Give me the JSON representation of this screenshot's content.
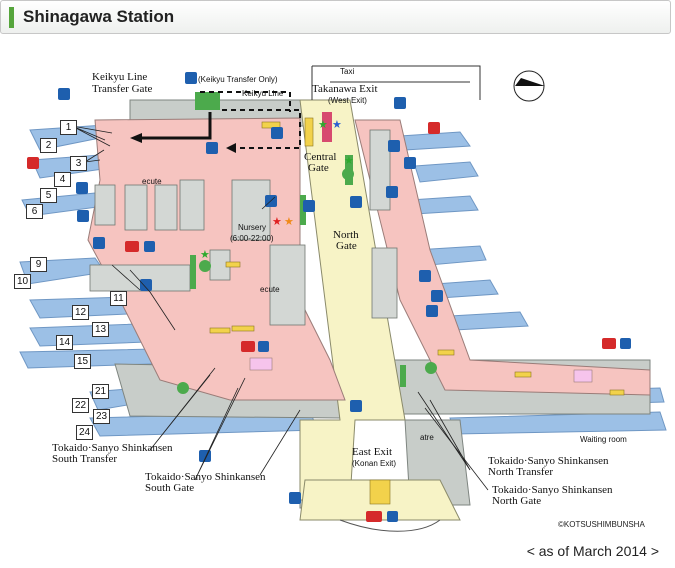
{
  "header": {
    "title": "Shinagawa Station"
  },
  "labels": {
    "taxi": "Taxi",
    "keikyu_transfer_only": "(Keikyu Transfer Only)",
    "keikyu_line": "Keikyu Line",
    "keikyu_gate_1": "Keikyu Line",
    "keikyu_gate_2": "Transfer Gate",
    "takanawa_1": "Takanawa Exit",
    "takanawa_2": "(West Exit)",
    "central_1": "Central",
    "central_2": "Gate",
    "ecute_top": "ecute",
    "ecute_bottom": "ecute",
    "nursery": "Nursery",
    "nursery_hours": "(6:00-22:00)",
    "north_1": "North",
    "north_2": "Gate",
    "atre": "atre",
    "waiting_room": "Waiting room",
    "east_1": "East Exit",
    "east_2": "(Konan Exit)",
    "south_transfer_1": "Tokaido·Sanyo Shinkansen",
    "south_transfer_2": "South Transfer",
    "south_gate_1": "Tokaido·Sanyo Shinkansen",
    "south_gate_2": "South Gate",
    "north_transfer_1": "Tokaido·Sanyo Shinkansen",
    "north_transfer_2": "North Transfer",
    "north_gate_1": "Tokaido·Sanyo Shinkansen",
    "north_gate_2": "North Gate",
    "copyright": "©KOTSUSHIMBUNSHA",
    "date": "< as of March 2014 >"
  },
  "tracks": [
    "1",
    "2",
    "3",
    "4",
    "5",
    "6",
    "9",
    "10",
    "11",
    "12",
    "13",
    "14",
    "15",
    "21",
    "22",
    "23",
    "24"
  ],
  "colors": {
    "concourse": "#f6c4c0",
    "walkway": "#f7f3c6",
    "building": "#c8cdc9",
    "track": "#9cc0e6",
    "header_accent": "#56a53c",
    "route": "#111111"
  }
}
